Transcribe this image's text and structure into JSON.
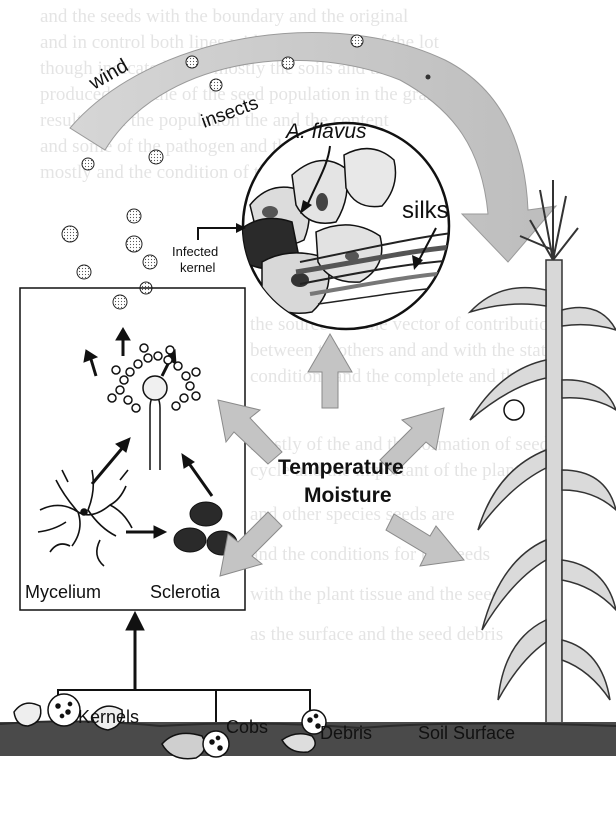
{
  "labels": {
    "wind": "wind",
    "insects": "insects",
    "a_flavus": "A. flavus",
    "silks": "silks",
    "infected_kernel_line1": "Infected",
    "infected_kernel_line2": "kernel",
    "temperature": "Temperature",
    "moisture": "Moisture",
    "mycelium": "Mycelium",
    "sclerotia": "Sclerotia",
    "kernels": "Kernels",
    "cobs": "Cobs",
    "debris": "Debris",
    "soil_surface": "Soil Surface"
  },
  "colors": {
    "arrow_gray": "#c4c4c4",
    "ink": "#111111",
    "ground": "#4a4a4a",
    "background": "#ffffff"
  }
}
